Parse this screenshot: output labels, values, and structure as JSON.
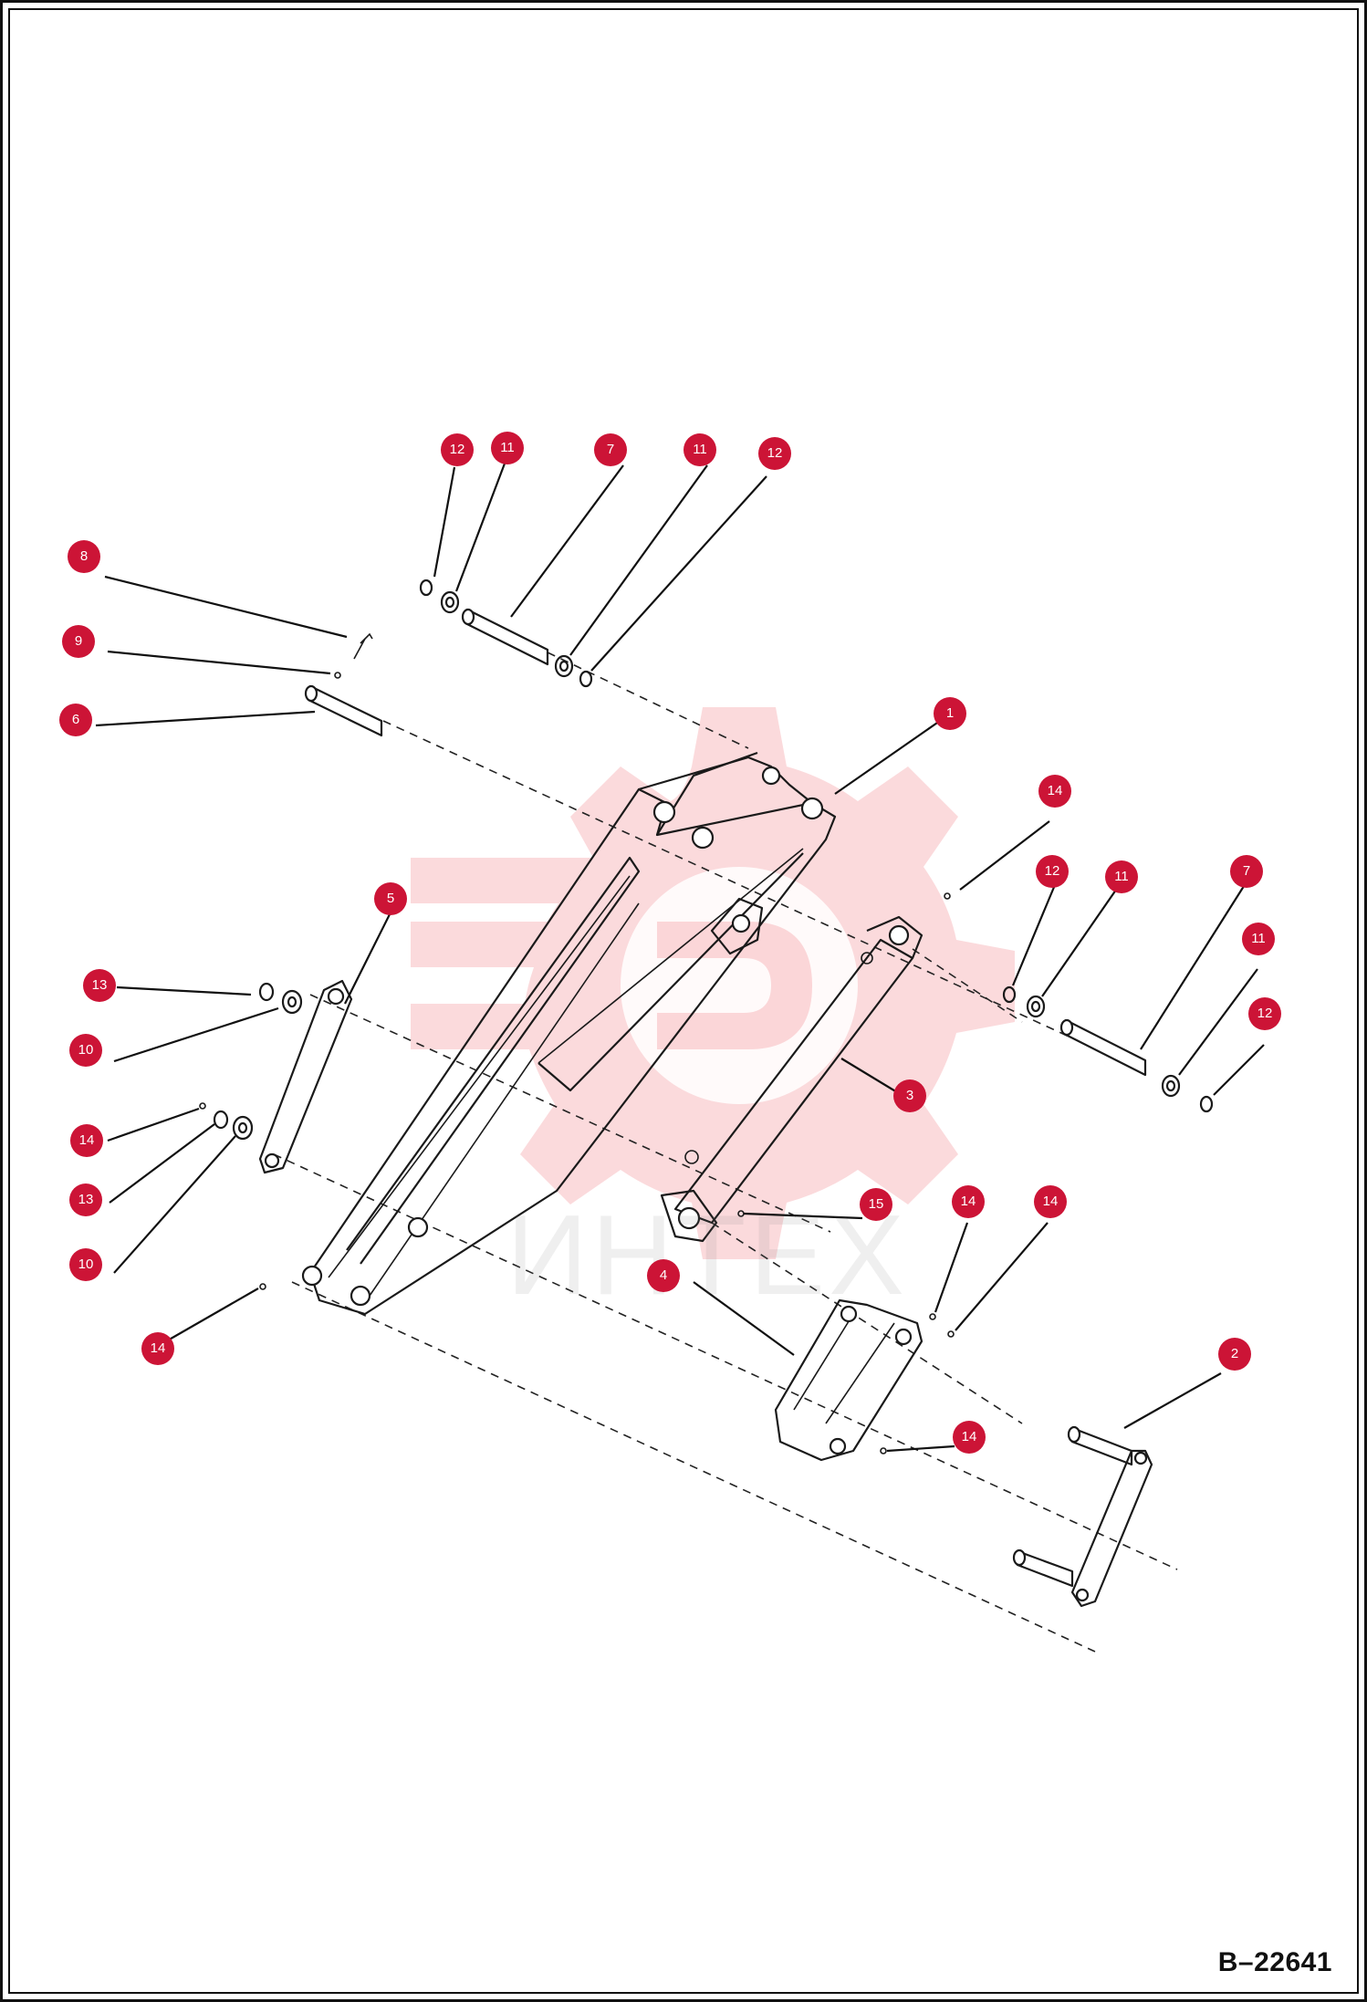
{
  "drawing_number": "B–22641",
  "watermark_text": "ИНТЕХ",
  "watermark_color": "#eb4650",
  "callout_color": "#cc1436",
  "callouts": [
    {
      "label": "12"
    },
    {
      "label": "11"
    },
    {
      "label": "7"
    },
    {
      "label": "11"
    },
    {
      "label": "12"
    },
    {
      "label": "8"
    },
    {
      "label": "9"
    },
    {
      "label": "6"
    },
    {
      "label": "1"
    },
    {
      "label": "14"
    },
    {
      "label": "12"
    },
    {
      "label": "11"
    },
    {
      "label": "7"
    },
    {
      "label": "11"
    },
    {
      "label": "12"
    },
    {
      "label": "5"
    },
    {
      "label": "13"
    },
    {
      "label": "10"
    },
    {
      "label": "3"
    },
    {
      "label": "14"
    },
    {
      "label": "13"
    },
    {
      "label": "15"
    },
    {
      "label": "14"
    },
    {
      "label": "14"
    },
    {
      "label": "10"
    },
    {
      "label": "4"
    },
    {
      "label": "2"
    },
    {
      "label": "14"
    },
    {
      "label": "14"
    }
  ]
}
